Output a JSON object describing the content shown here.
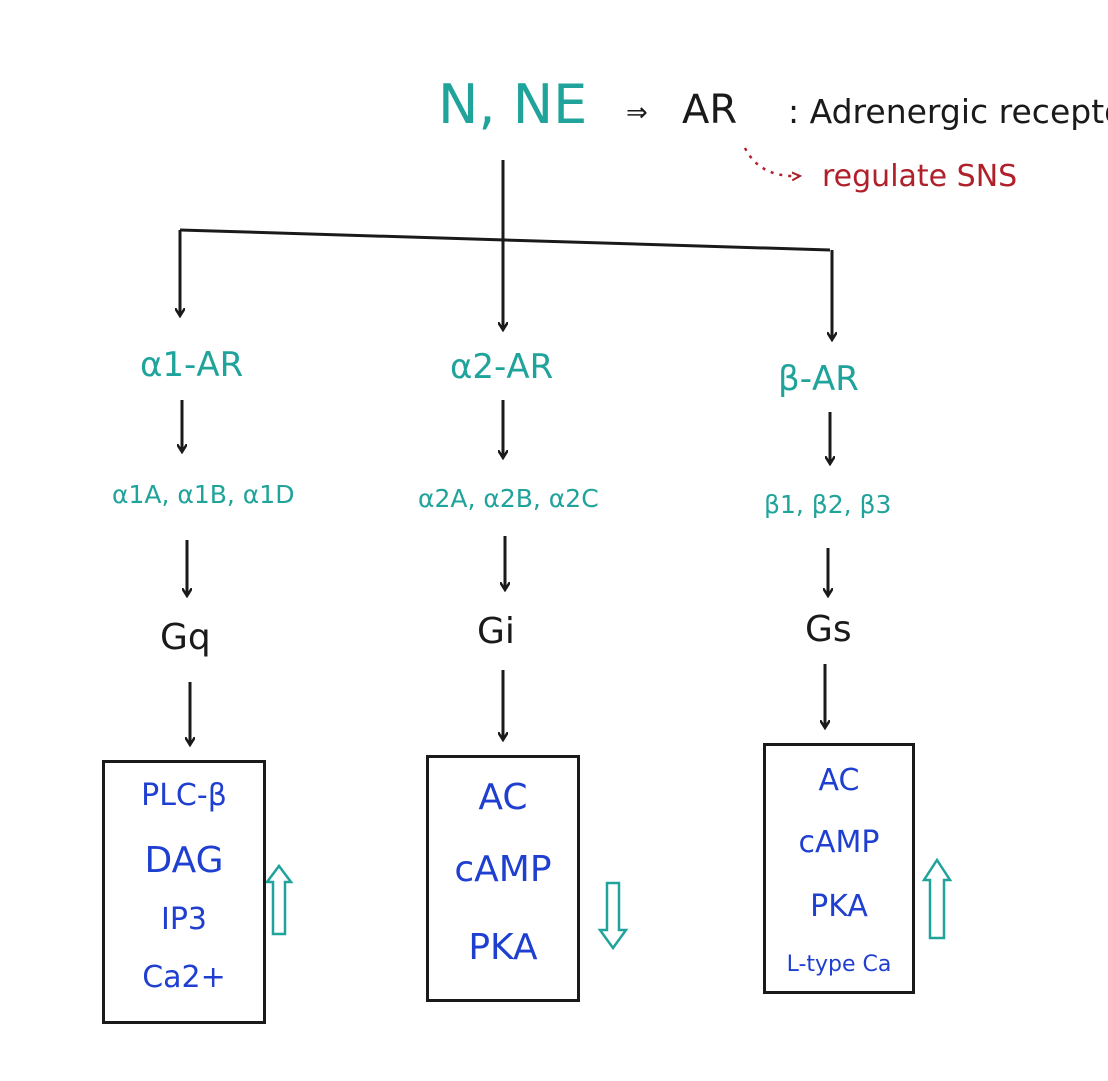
{
  "header": {
    "ligands": "N,  NE",
    "arrow": "⇒",
    "receptor_abbr": "AR",
    "receptor_definition": ": Adrenergic receptor",
    "regulation_note": "regulate  SNS"
  },
  "branches": [
    {
      "receptor": "α1-AR",
      "subtypes": "α1A,  α1B,  α1D",
      "g_protein": "Gq",
      "effectors": [
        "PLC-β",
        "DAG",
        "IP3",
        "Ca2+"
      ],
      "trend": "up"
    },
    {
      "receptor": "α2-AR",
      "subtypes": "α2A, α2B, α2C",
      "g_protein": "Gi",
      "effectors": [
        "AC",
        "cAMP",
        "PKA"
      ],
      "trend": "down"
    },
    {
      "receptor": "β-AR",
      "subtypes": "β1,  β2,  β3",
      "g_protein": "Gs",
      "effectors": [
        "AC",
        "cAMP",
        "PKA",
        "L-type Ca"
      ],
      "trend": "up"
    }
  ],
  "colors": {
    "receptor_text": "#1fa39a",
    "effector_text": "#1f3fd0",
    "note_text": "#b0202a",
    "lines": "#1a1a1a"
  }
}
